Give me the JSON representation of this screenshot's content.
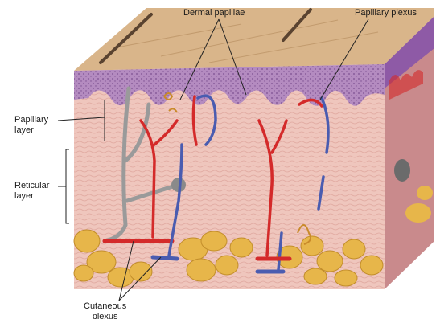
{
  "labels": {
    "dermal_papillae": "Dermal papillae",
    "papillary_plexus": "Papillary plexus",
    "papillary_layer_line1": "Papillary",
    "papillary_layer_line2": "layer",
    "reticular_layer_line1": "Reticular",
    "reticular_layer_line2": "layer",
    "cutaneous_plexus_line1": "Cutaneous",
    "cutaneous_plexus_line2": "plexus"
  },
  "colors": {
    "epidermis_surface": "#d9b58a",
    "epidermis_purple": "#8e5aa6",
    "dermis_pink": "#efc6bd",
    "side_face": "#c98a8c",
    "fat": "#e7b64a",
    "artery": "#d42a2a",
    "vein": "#4a5cb0",
    "nerve": "#9a9a9a",
    "hair": "#5a4330"
  }
}
